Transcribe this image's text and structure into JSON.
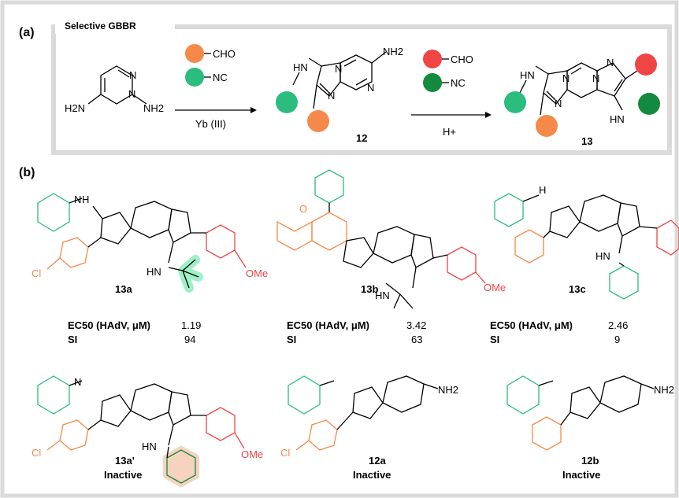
{
  "panel_a": {
    "label": "(a)",
    "header": "Selective GBBR",
    "start_left_nh2": "H2N",
    "start_right_nh2": "NH2",
    "start_ring_n1": "N",
    "start_ring_n2": "N",
    "reagent1_group1": "CHO",
    "reagent1_group2": "NC",
    "reagent1_catalyst": "Yb (III)",
    "reagent2_group1": "CHO",
    "reagent2_group2": "NC",
    "reagent2_catalyst": "H+",
    "intermediate_label": "12",
    "product_label": "13",
    "nh2_text": "NH2",
    "hn_text": "HN",
    "n_text": "N",
    "colors": {
      "orange": "#f5894a",
      "green": "#2bbd7e",
      "red": "#f04545",
      "darkgreen": "#138a3d"
    }
  },
  "panel_b": {
    "label": "(b)",
    "compounds": [
      {
        "id": "13a",
        "ec50_label": "EC50 (HAdV, μM)",
        "ec50_value": "1.19",
        "si_label": "SI",
        "si_value": "94",
        "ome": "OMe",
        "cl": "Cl",
        "hn": "HN",
        "nh": "H"
      },
      {
        "id": "13b",
        "ec50_label": "EC50 (HAdV, μM)",
        "ec50_value": "3.42",
        "si_label": "SI",
        "si_value": "63",
        "ome": "OMe",
        "o": "O",
        "hn": "HN"
      },
      {
        "id": "13c",
        "ec50_label": "EC50 (HAdV, μM)",
        "ec50_value": "2.46",
        "si_label": "SI",
        "si_value": "9",
        "hn": "HN",
        "nh": "H"
      },
      {
        "id": "13a'",
        "status": "Inactive",
        "ome": "OMe",
        "cl": "Cl",
        "hn": "HN"
      },
      {
        "id": "12a",
        "status": "Inactive",
        "cl": "Cl",
        "nh2": "NH2"
      },
      {
        "id": "12b",
        "status": "Inactive",
        "nh2": "NH2"
      }
    ]
  },
  "colors": {
    "frame": "#d9d9d9",
    "green": "#2bbd7e",
    "orange": "#f5894a",
    "red": "#f04545",
    "tbu_highlight": "#9ff0c8",
    "phenyl_highlight": "#f5d3bf"
  }
}
